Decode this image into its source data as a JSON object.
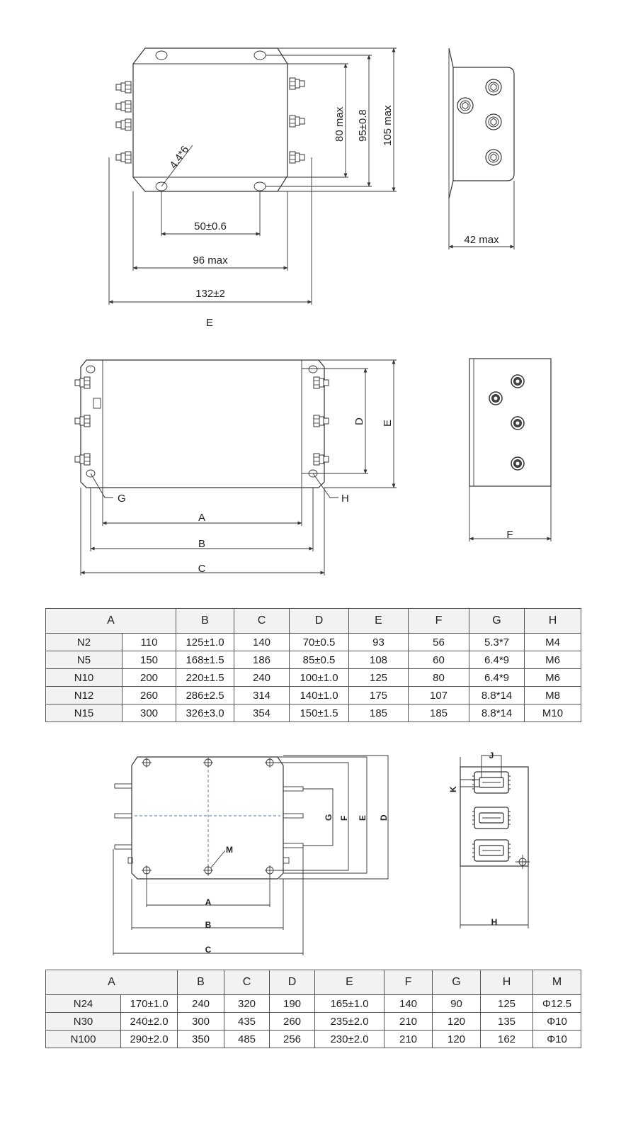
{
  "drawing1": {
    "dim_hole": "4.4*6",
    "dim_50": "50±0.6",
    "dim_96": "96 max",
    "dim_132": "132±2",
    "dim_80": "80 max",
    "dim_95": "95±0.8",
    "dim_105": "105 max",
    "dim_42": "42 max",
    "caption": "E"
  },
  "drawing2": {
    "labels": {
      "A": "A",
      "B": "B",
      "C": "C",
      "D": "D",
      "E": "E",
      "F": "F",
      "G": "G",
      "H": "H"
    }
  },
  "table1": {
    "headers": [
      "A",
      "B",
      "C",
      "D",
      "E",
      "F",
      "G",
      "H"
    ],
    "rows": [
      [
        "N2",
        "110",
        "125±1.0",
        "140",
        "70±0.5",
        "93",
        "56",
        "5.3*7",
        "M4"
      ],
      [
        "N5",
        "150",
        "168±1.5",
        "186",
        "85±0.5",
        "108",
        "60",
        "6.4*9",
        "M6"
      ],
      [
        "N10",
        "200",
        "220±1.5",
        "240",
        "100±1.0",
        "125",
        "80",
        "6.4*9",
        "M6"
      ],
      [
        "N12",
        "260",
        "286±2.5",
        "314",
        "140±1.0",
        "175",
        "107",
        "8.8*14",
        "M8"
      ],
      [
        "N15",
        "300",
        "326±3.0",
        "354",
        "150±1.5",
        "185",
        "185",
        "8.8*14",
        "M10"
      ]
    ]
  },
  "drawing3": {
    "labels": {
      "A": "A",
      "B": "B",
      "C": "C",
      "D": "D",
      "E": "E",
      "F": "F",
      "G": "G",
      "H": "H",
      "J": "J",
      "K": "K",
      "M": "M"
    }
  },
  "table2": {
    "headers": [
      "A",
      "B",
      "C",
      "D",
      "E",
      "F",
      "G",
      "H",
      "M"
    ],
    "rows": [
      [
        "N24",
        "170±1.0",
        "240",
        "320",
        "190",
        "165±1.0",
        "140",
        "90",
        "125",
        "Φ12.5"
      ],
      [
        "N30",
        "240±2.0",
        "300",
        "435",
        "260",
        "235±2.0",
        "210",
        "120",
        "135",
        "Φ10"
      ],
      [
        "N100",
        "290±2.0",
        "350",
        "485",
        "256",
        "230±2.0",
        "210",
        "120",
        "162",
        "Φ10"
      ]
    ]
  }
}
